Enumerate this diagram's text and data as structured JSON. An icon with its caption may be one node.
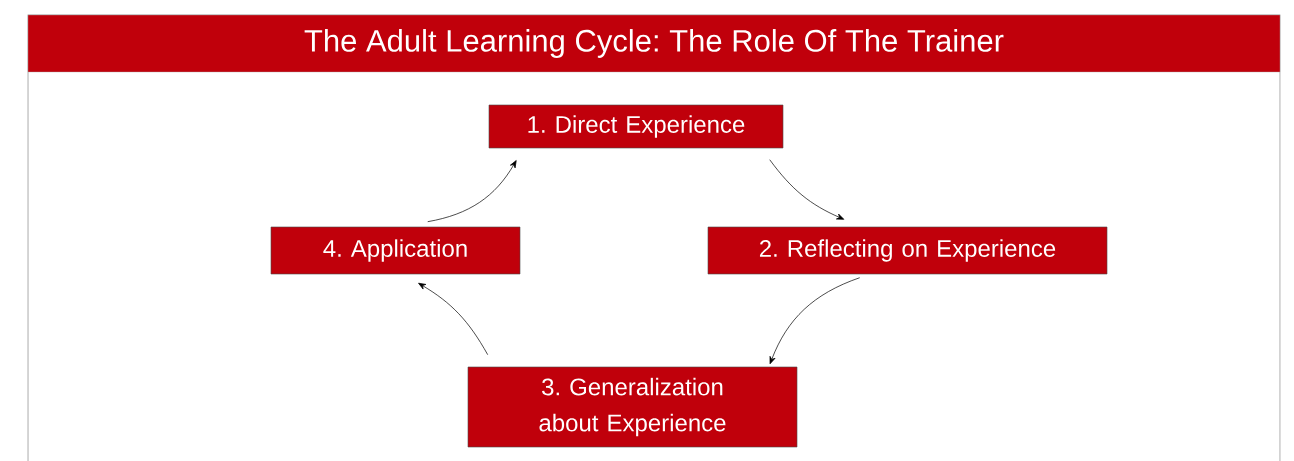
{
  "diagram": {
    "title": "The Adult Learning Cycle: The Role Of The Trainer",
    "nodes": [
      {
        "text": [
          "1. Direct Experience"
        ]
      },
      {
        "text": [
          "2. Reflecting on Experience"
        ]
      },
      {
        "text": [
          "3. Generalization about Experience"
        ]
      },
      {
        "text": [
          "4. Application"
        ]
      }
    ],
    "edges": [
      {
        "from": 0,
        "to": 1,
        "arrow": "to"
      },
      {
        "from": 1,
        "to": 2,
        "arrow": "to"
      },
      {
        "from": 2,
        "to": 3,
        "arrow": "to"
      },
      {
        "from": 3,
        "to": 0,
        "arrow": "to"
      }
    ]
  }
}
